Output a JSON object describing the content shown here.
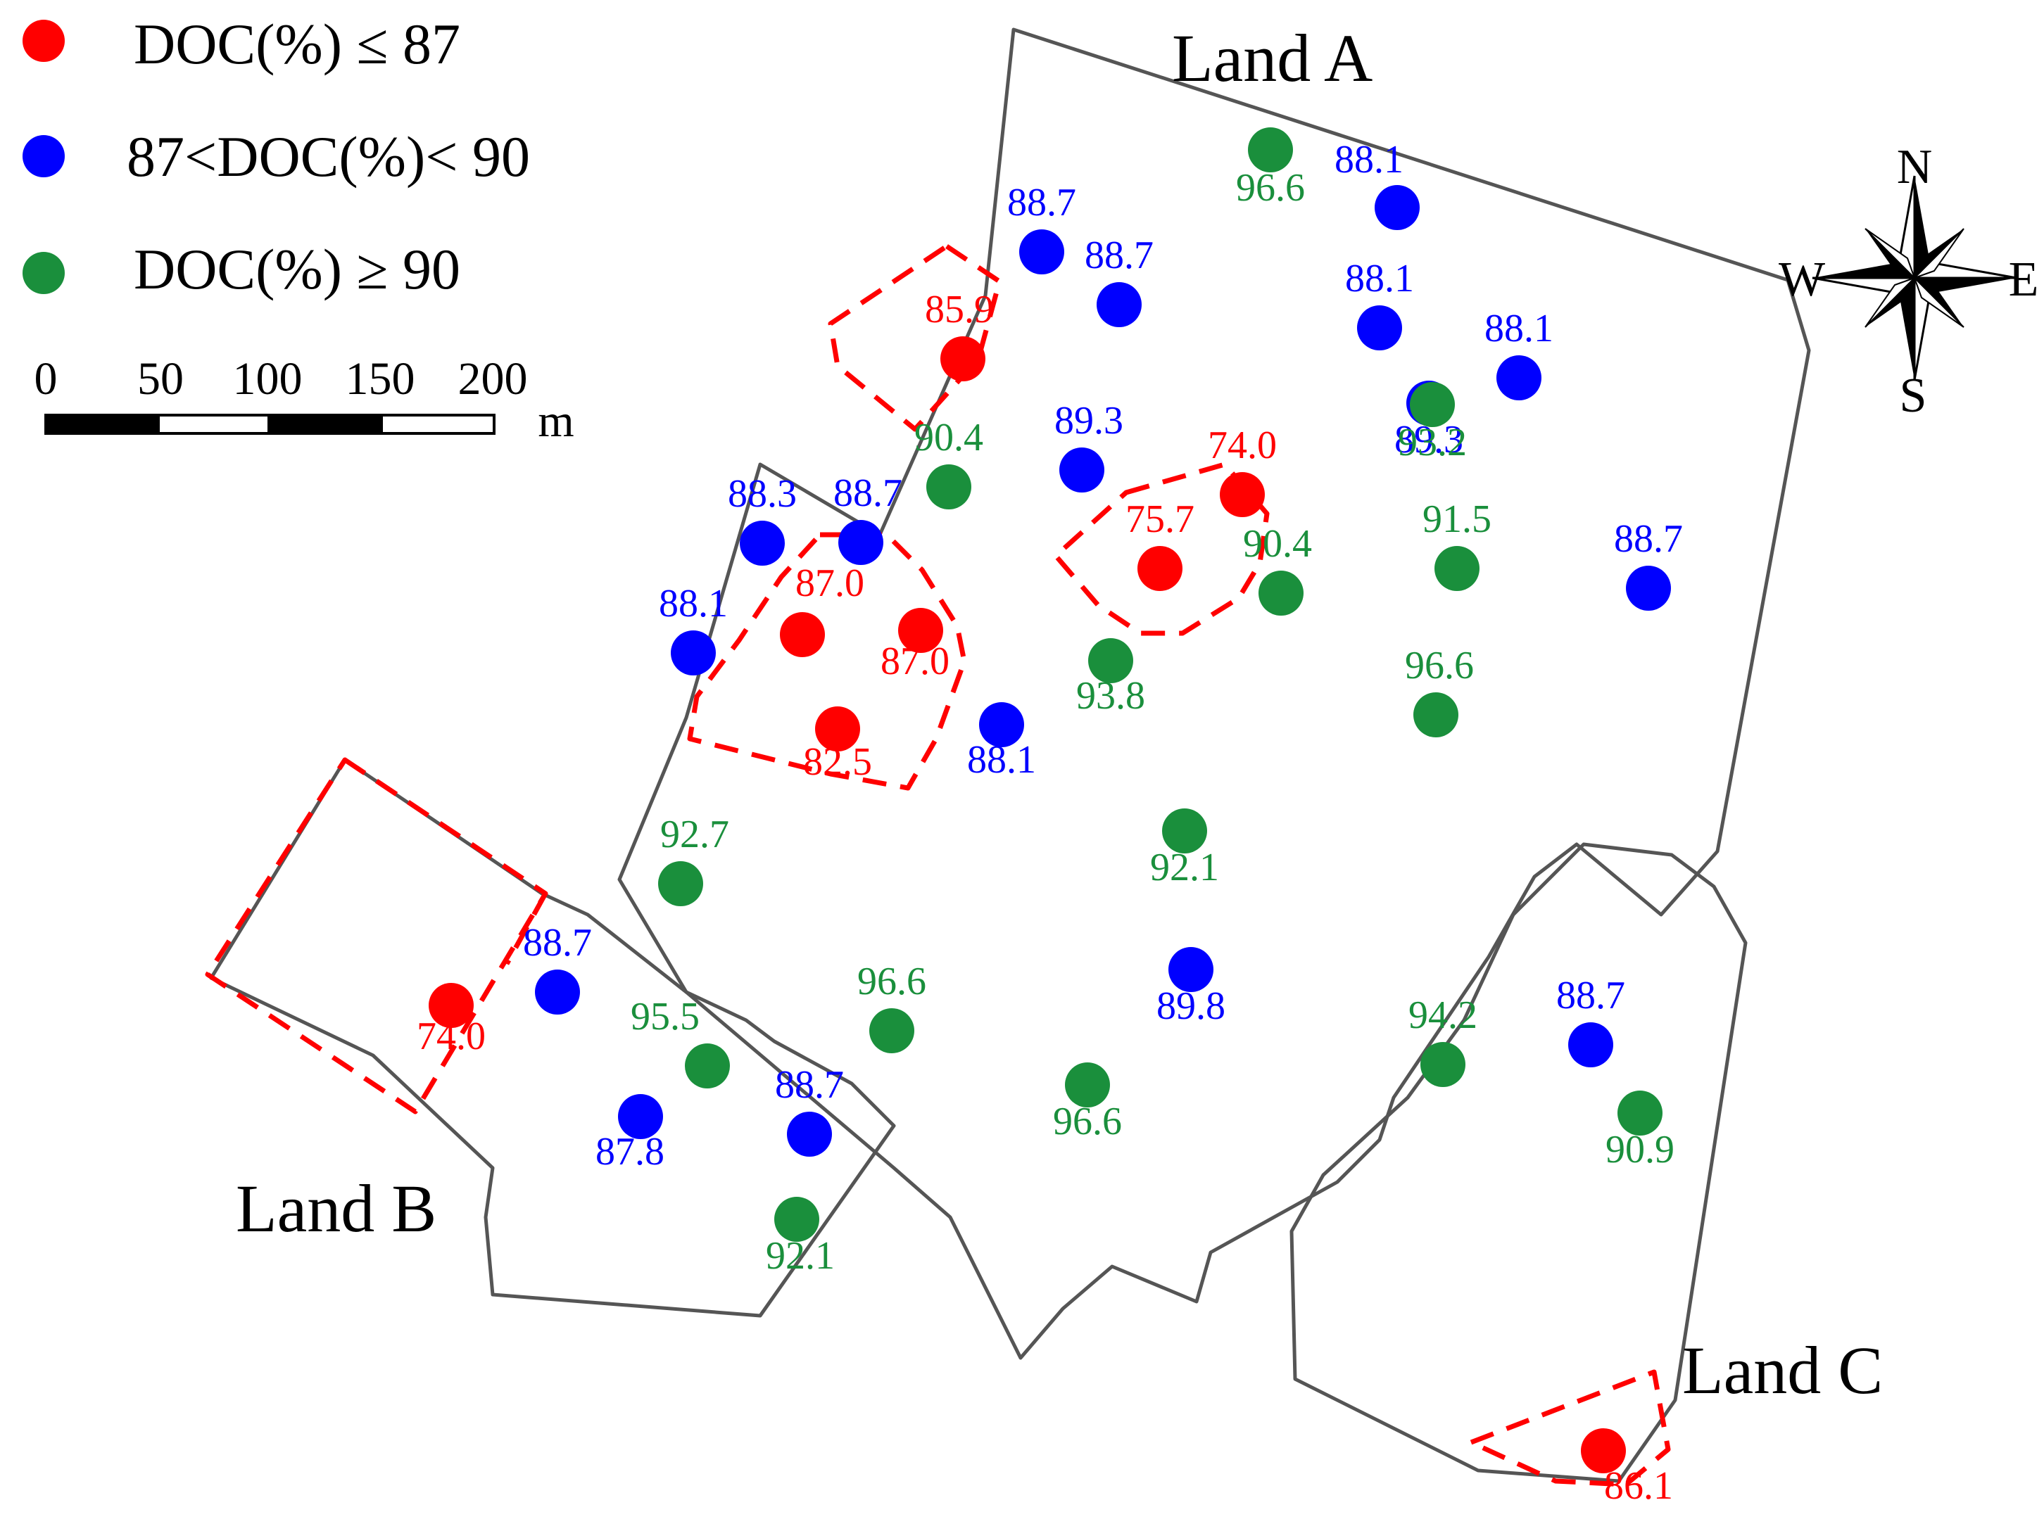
{
  "colors": {
    "low": "#ff0000",
    "mid": "#0000ff",
    "high": "#1a8f3c",
    "boundary": "#555555",
    "dashed": "#ff0000"
  },
  "legend": [
    {
      "category": "low",
      "label": "DOC(%) ≤ 87"
    },
    {
      "category": "mid",
      "label": "87<DOC(%)< 90"
    },
    {
      "category": "high",
      "label": "DOC(%) ≥ 90"
    }
  ],
  "scale_bar": {
    "ticks": [
      "0",
      "50",
      "100",
      "150",
      "200"
    ],
    "unit": "m"
  },
  "compass": {
    "north": "N",
    "south": "S",
    "east": "E",
    "west": "W",
    "icon": "compass-rose-icon"
  },
  "lands": {
    "a": "Land A",
    "b": "Land B",
    "c": "Land C"
  },
  "points": [
    {
      "value": "96.6",
      "category": "high"
    },
    {
      "value": "88.1",
      "category": "mid"
    },
    {
      "value": "88.7",
      "category": "mid"
    },
    {
      "value": "88.7",
      "category": "mid"
    },
    {
      "value": "88.1",
      "category": "mid"
    },
    {
      "value": "88.1",
      "category": "mid"
    },
    {
      "value": "89.3",
      "category": "mid"
    },
    {
      "value": "93.2",
      "category": "high"
    },
    {
      "value": "85.9",
      "category": "low"
    },
    {
      "value": "90.4",
      "category": "high"
    },
    {
      "value": "89.3",
      "category": "mid"
    },
    {
      "value": "74.0",
      "category": "low"
    },
    {
      "value": "75.7",
      "category": "low"
    },
    {
      "value": "90.4",
      "category": "high"
    },
    {
      "value": "91.5",
      "category": "high"
    },
    {
      "value": "88.7",
      "category": "mid"
    },
    {
      "value": "88.3",
      "category": "mid"
    },
    {
      "value": "88.7",
      "category": "mid"
    },
    {
      "value": "87.0",
      "category": "low"
    },
    {
      "value": "87.0",
      "category": "low"
    },
    {
      "value": "88.1",
      "category": "mid"
    },
    {
      "value": "82.5",
      "category": "low"
    },
    {
      "value": "88.1",
      "category": "mid"
    },
    {
      "value": "93.8",
      "category": "high"
    },
    {
      "value": "96.6",
      "category": "high"
    },
    {
      "value": "92.7",
      "category": "high"
    },
    {
      "value": "92.1",
      "category": "high"
    },
    {
      "value": "88.7",
      "category": "mid"
    },
    {
      "value": "74.0",
      "category": "low"
    },
    {
      "value": "95.5",
      "category": "high"
    },
    {
      "value": "96.6",
      "category": "high"
    },
    {
      "value": "89.8",
      "category": "mid"
    },
    {
      "value": "94.2",
      "category": "high"
    },
    {
      "value": "88.7",
      "category": "mid"
    },
    {
      "value": "90.9",
      "category": "high"
    },
    {
      "value": "96.6",
      "category": "high"
    },
    {
      "value": "87.8",
      "category": "mid"
    },
    {
      "value": "88.7",
      "category": "mid"
    },
    {
      "value": "92.1",
      "category": "high"
    },
    {
      "value": "86.1",
      "category": "low"
    }
  ]
}
